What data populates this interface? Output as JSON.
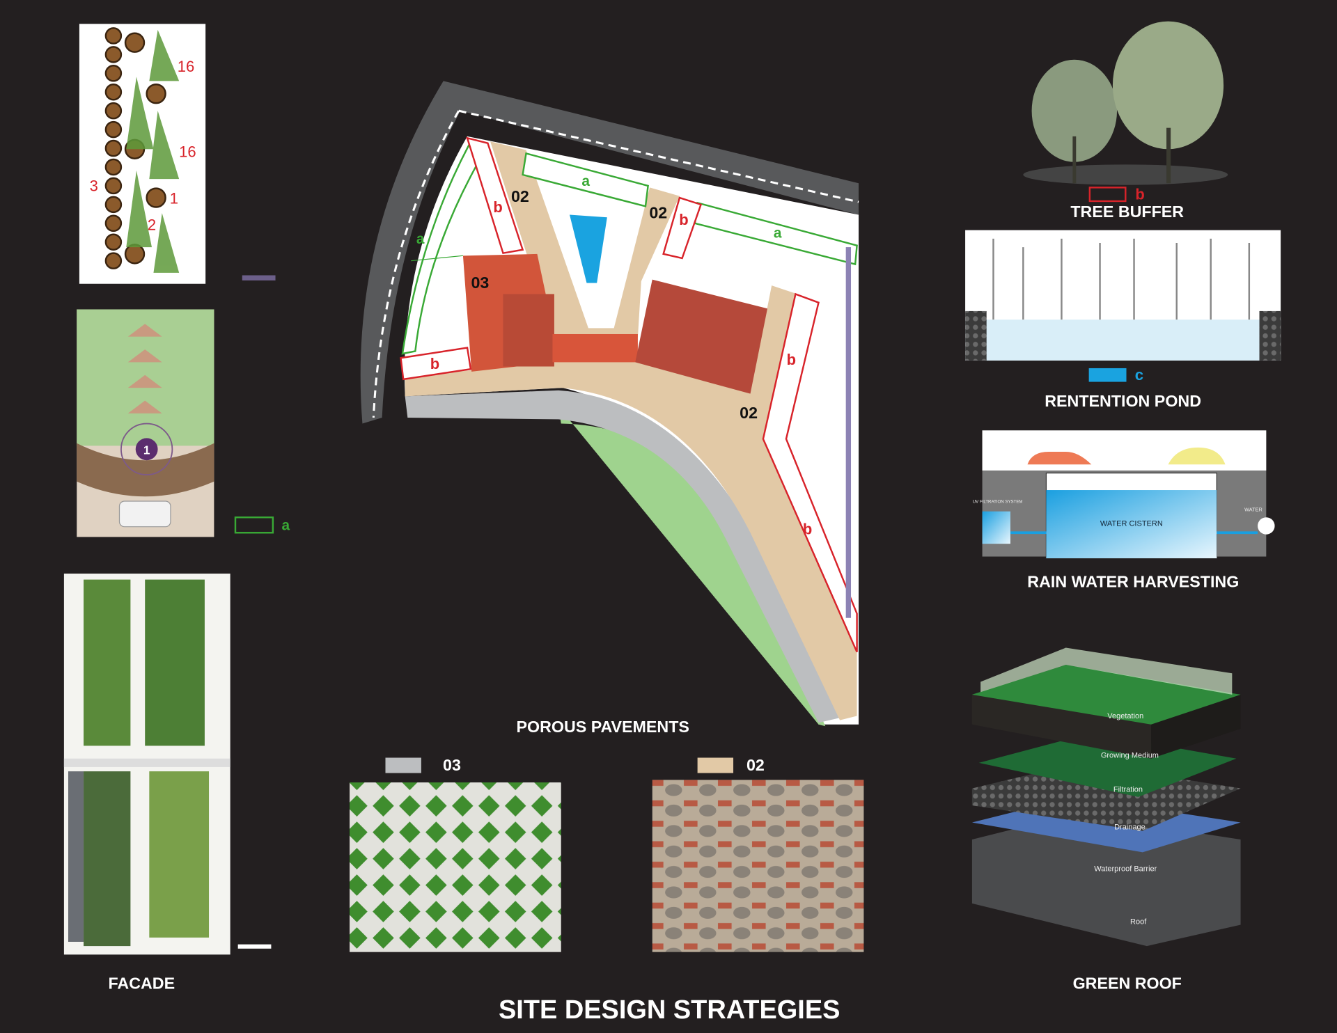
{
  "title": "SITE DESIGN STRATEGIES",
  "captions": {
    "facade": "FACADE",
    "porous_pavements": "POROUS PAVEMENTS",
    "tree_buffer": "TREE BUFFER",
    "retention_pond": "RENTENTION POND",
    "rain_water": "RAIN WATER HARVESTING",
    "green_roof": "GREEN ROOF"
  },
  "legend": {
    "tree_buffer_key": "b",
    "pond_key": "c",
    "green_strip_key": "a",
    "pavement_03": "03",
    "pavement_02": "02"
  },
  "planting_detail_labels": [
    "16",
    "16",
    "3",
    "1",
    "2"
  ],
  "bioswale_marker": "1",
  "site_plan_labels": {
    "zone_02": [
      "02",
      "02",
      "02"
    ],
    "zone_03": "03",
    "a": [
      "a",
      "a",
      "a"
    ],
    "b": [
      "b",
      "b",
      "b",
      "b",
      "b"
    ]
  },
  "rain_water_labels": {
    "cistern": "WATER CISTERN",
    "filtration": "UV FILTRATION SYSTEM",
    "out": "WATER"
  },
  "green_roof_layers": [
    "Vegetation",
    "Growing Medium",
    "Filtration",
    "Drainage",
    "Waterproof Barrier",
    "Roof"
  ],
  "colors": {
    "background": "#231f20",
    "road": "#58595b",
    "pavement_03": "#bcbec0",
    "pavement_02": "#e2c9a6",
    "buffer_red": "#d8232a",
    "strip_green": "#39a935",
    "pond_blue": "#1aa3e0",
    "building": "#c9503a"
  }
}
